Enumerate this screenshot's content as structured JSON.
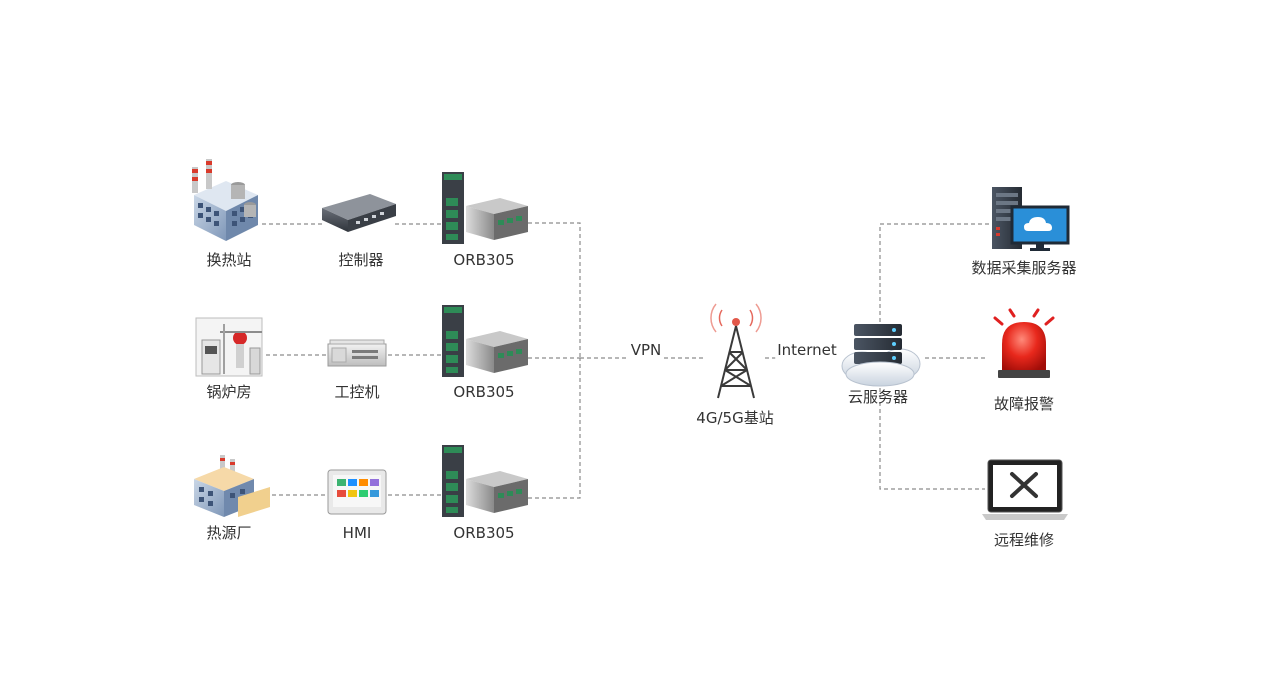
{
  "labels": {
    "station_heat_exchange": "换热站",
    "station_boiler_room": "锅炉房",
    "station_heat_source": "热源厂",
    "device_controller": "控制器",
    "device_ipc": "工控机",
    "device_hmi": "HMI",
    "router_1": "ORB305",
    "router_2": "ORB305",
    "router_3": "ORB305",
    "link_vpn": "VPN",
    "base_station": "4G/5G基站",
    "link_internet": "Internet",
    "cloud_server": "云服务器",
    "data_server": "数据采集服务器",
    "fault_alarm": "故障报警",
    "remote_maintenance": "远程维修"
  },
  "colors": {
    "line": "#8c8c8c",
    "router_green": "#2e8b57",
    "alarm_red": "#e02020",
    "server_dark": "#3b4450",
    "screen_blue": "#2a8fd8",
    "building_blue": "#8fa8c8"
  },
  "icons": {
    "station_heat_exchange": "factory-icon",
    "station_boiler_room": "boiler-room-icon",
    "station_heat_source": "heat-plant-icon",
    "device_controller": "controller-icon",
    "device_ipc": "industrial-pc-icon",
    "device_hmi": "hmi-panel-icon",
    "router": "industrial-router-icon",
    "base_station": "cell-tower-icon",
    "cloud_server": "cloud-server-icon",
    "data_server": "data-server-icon",
    "fault_alarm": "alarm-light-icon",
    "remote_maintenance": "laptop-tools-icon"
  }
}
